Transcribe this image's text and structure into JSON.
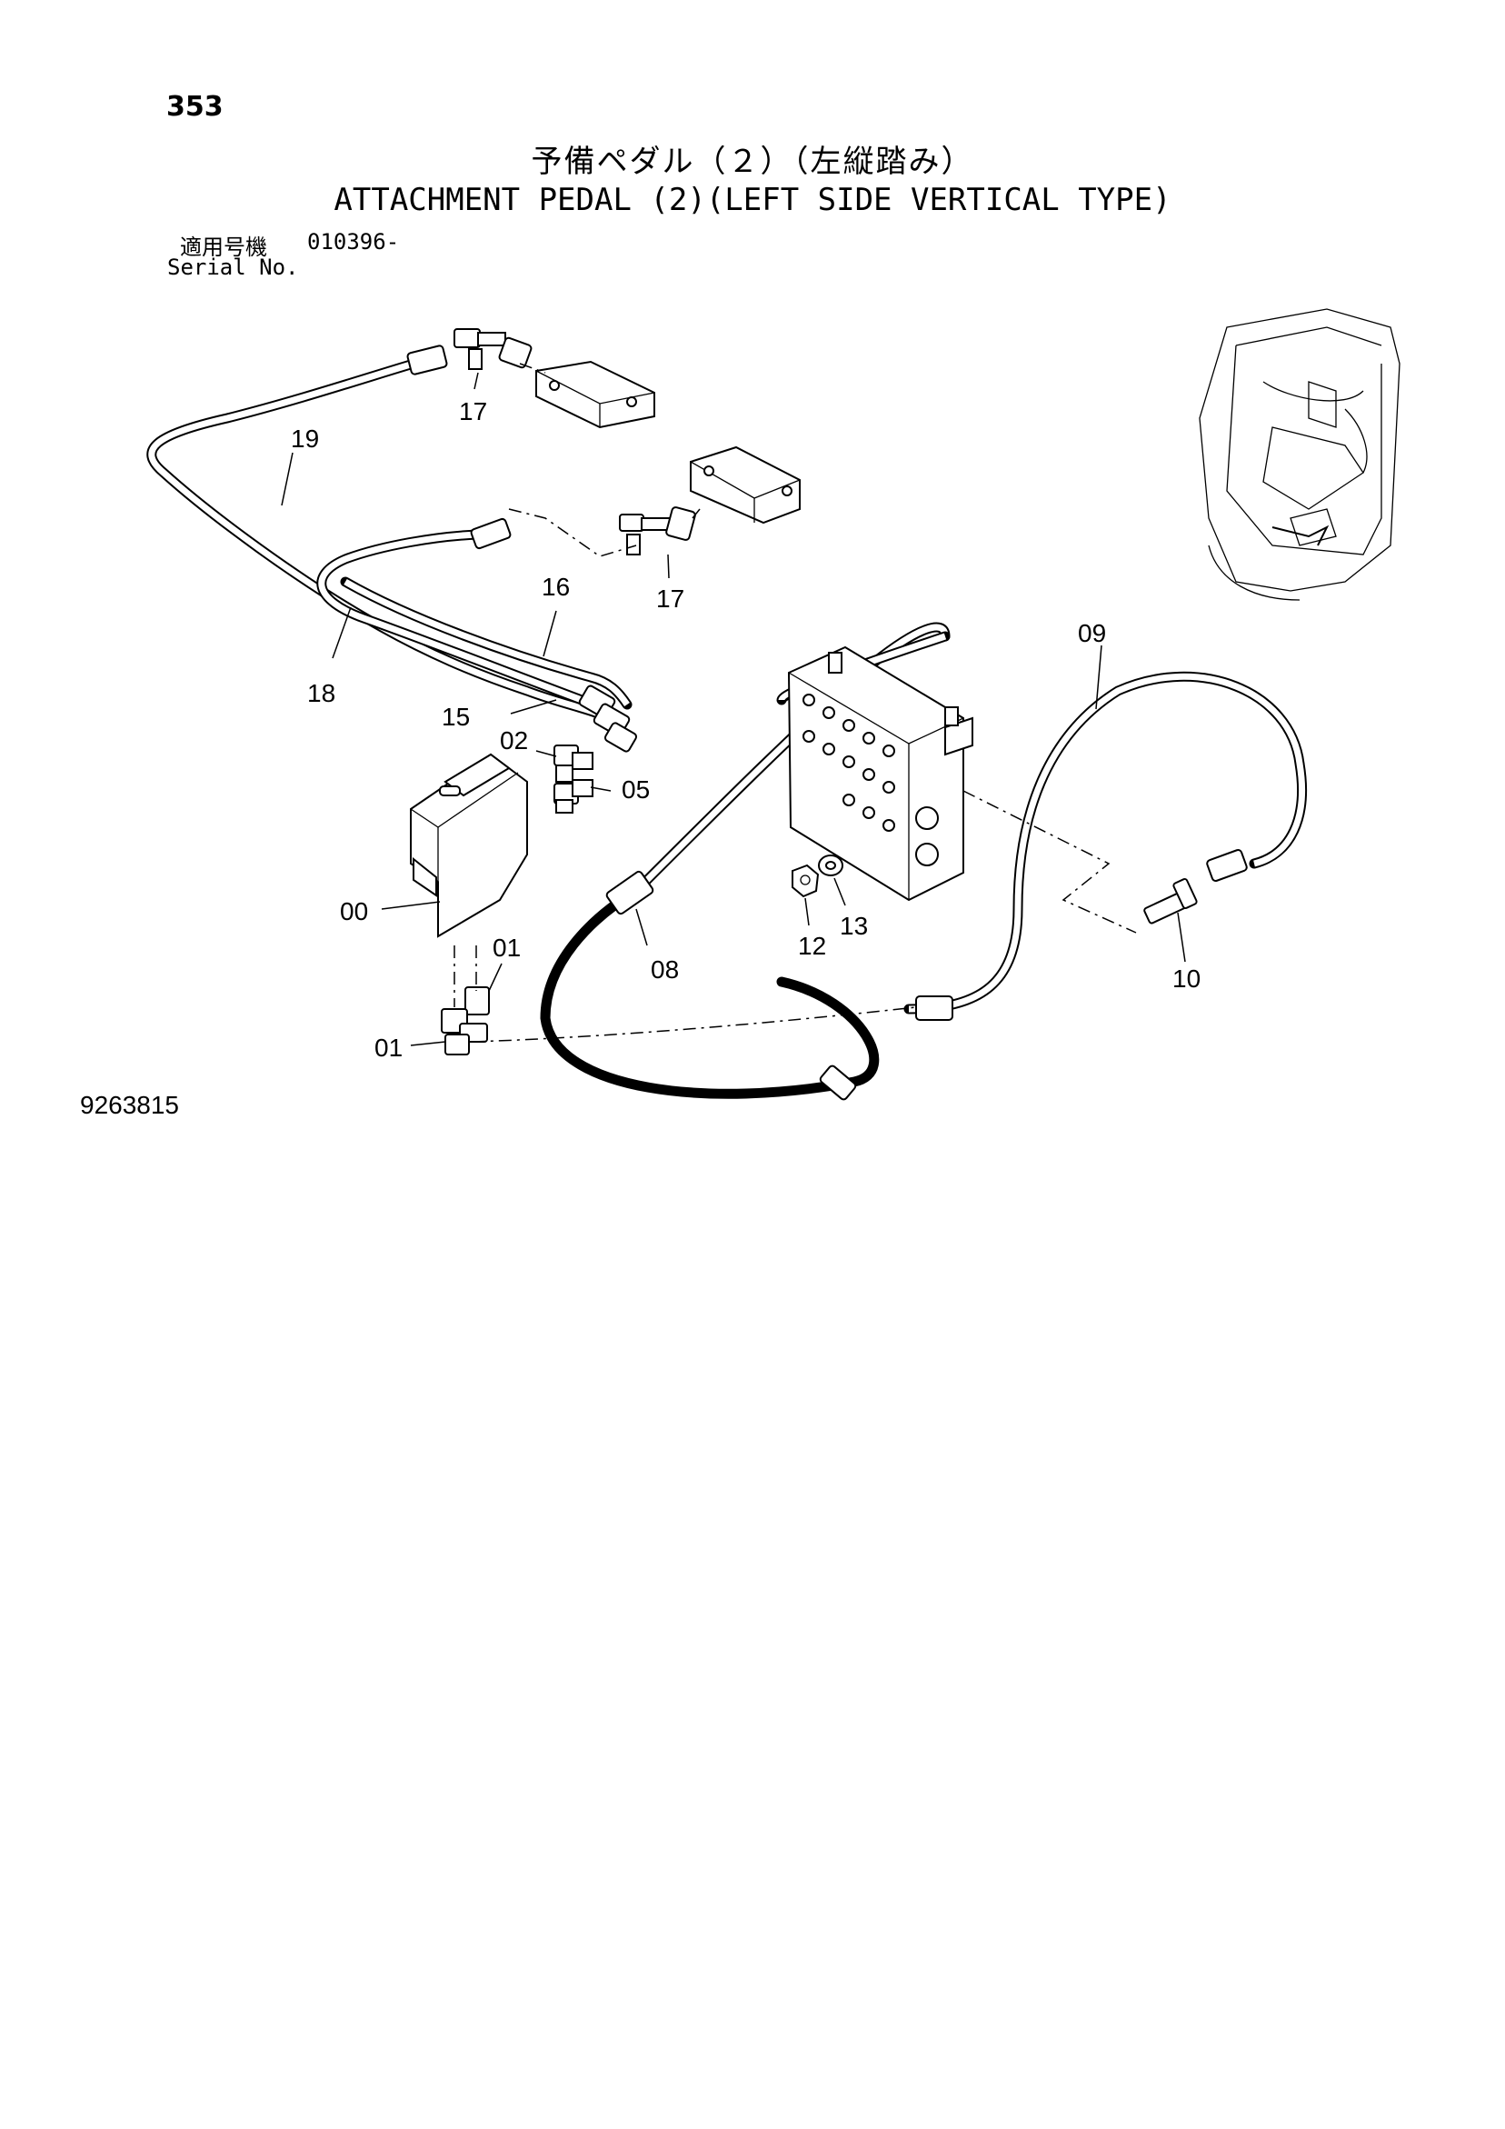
{
  "page_number": "353",
  "title_jp": "予備ペダル（２）（左縦踏み）",
  "title_en": "ATTACHMENT PEDAL (2)(LEFT SIDE VERTICAL TYPE)",
  "serial": {
    "label_jp": "適用号機",
    "value": "010396-",
    "label_en": "Serial No."
  },
  "drawing_number": "9263815",
  "callouts": {
    "c17a": "17",
    "c19": "19",
    "c17b": "17",
    "c16": "16",
    "c18": "18",
    "c15": "15",
    "c02": "02",
    "c05": "05",
    "c00": "00",
    "c01a": "01",
    "c01b": "01",
    "c08": "08",
    "c12": "12",
    "c13": "13",
    "c09": "09",
    "c10": "10"
  }
}
